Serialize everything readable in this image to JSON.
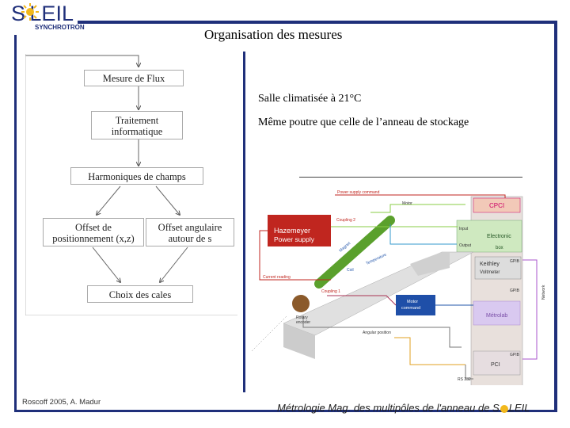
{
  "header": {
    "logo_text": "S LEIL",
    "logo_sub": "SYNCHROTRON",
    "title": "Organisation des mesures"
  },
  "flowchart": {
    "box1": "Mesure de Flux",
    "box2_line1": "Traitement",
    "box2_line2": "informatique",
    "box3": "Harmoniques de champs",
    "box4_line1": "Offset de",
    "box4_line2": "positionnement (x,z)",
    "box5_line1": "Offset angulaire",
    "box5_line2": "autour de s",
    "box6": "Choix des cales"
  },
  "right_panel": {
    "line1": "Salle climatisée à 21°C",
    "line2": "Même poutre que celle de l’anneau de stockage"
  },
  "diagram": {
    "power_supply_command": "Power supply command",
    "motor": "Motor",
    "cpci": "CPCI",
    "coupling2": "Coupling 2",
    "hazemeyer": "Hazemeyer",
    "power_supply": "Power supply",
    "input": "Input",
    "electronic": "Electronic",
    "box": "box",
    "output": "Output",
    "keithley": "Keithley",
    "voltmeter": "Voltmeter",
    "gpib1": "GPIB",
    "gpib2": "GPIB",
    "gpib3": "GPIB",
    "network": "Network",
    "current_reading": "Current reading",
    "coupling1": "Coupling 1",
    "rotary_encoder_1": "Rotary",
    "rotary_encoder_2": "encoder",
    "motor_command_1": "Motor",
    "motor_command_2": "command",
    "metrolab": "Métrolab",
    "angular_position": "Angular position",
    "pci": "PCI",
    "rs232": "RS 232",
    "magnet": "Magnet",
    "coil": "Coil",
    "temperature": "Temperature"
  },
  "footer": {
    "left": "Roscoff 2005,  A. Madur",
    "right_text": "Métrologie Mag. des multipôles de l'anneau de S",
    "right_end": "LEIL"
  },
  "colors": {
    "frame": "#1f2f7a",
    "logo_sun": "#f2b81c",
    "hazemeyer": "#c0261f",
    "cpci": "#f2c9b8",
    "metrolab": "#d9c9f0",
    "electronic_box": "#cfe9c0",
    "motor_command": "#1f4fa8",
    "magnet": "#5aa02c"
  }
}
